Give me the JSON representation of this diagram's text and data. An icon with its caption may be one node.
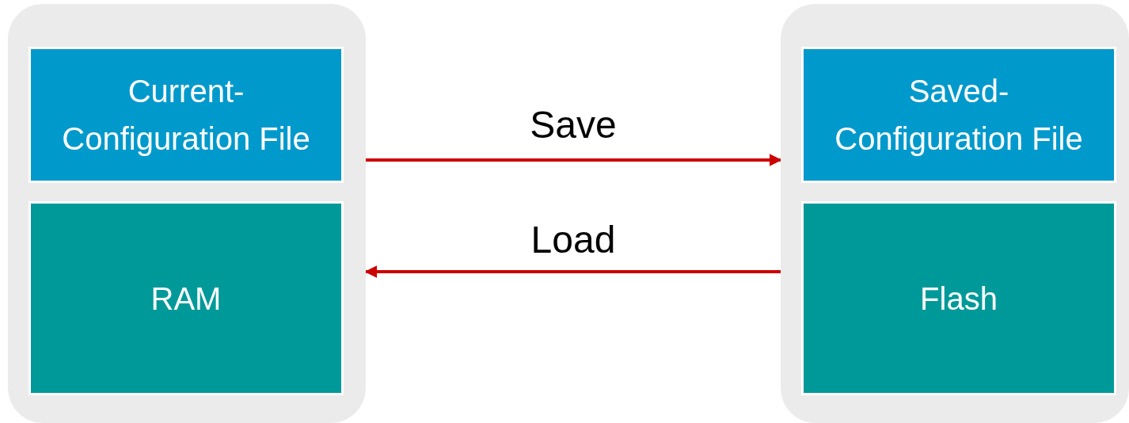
{
  "diagram": {
    "nodes": [
      {
        "text": [],
        "shape": "box"
      },
      {
        "text": [
          "Current- Configuration File"
        ],
        "in": 0
      },
      {
        "text": [
          "RAM"
        ],
        "in": 0
      },
      {
        "text": [],
        "shape": "box"
      },
      {
        "text": [
          "Saved- Configuration File"
        ],
        "in": 3
      },
      {
        "text": [
          "Flash"
        ],
        "in": 3
      }
    ],
    "edges": [
      {
        "from": 0,
        "to": 3,
        "arrow": "to",
        "label": "Save",
        "color": "#cc0000"
      },
      {
        "from": 3,
        "to": 0,
        "arrow": "to",
        "label": "Load",
        "color": "#cc0000"
      }
    ]
  }
}
